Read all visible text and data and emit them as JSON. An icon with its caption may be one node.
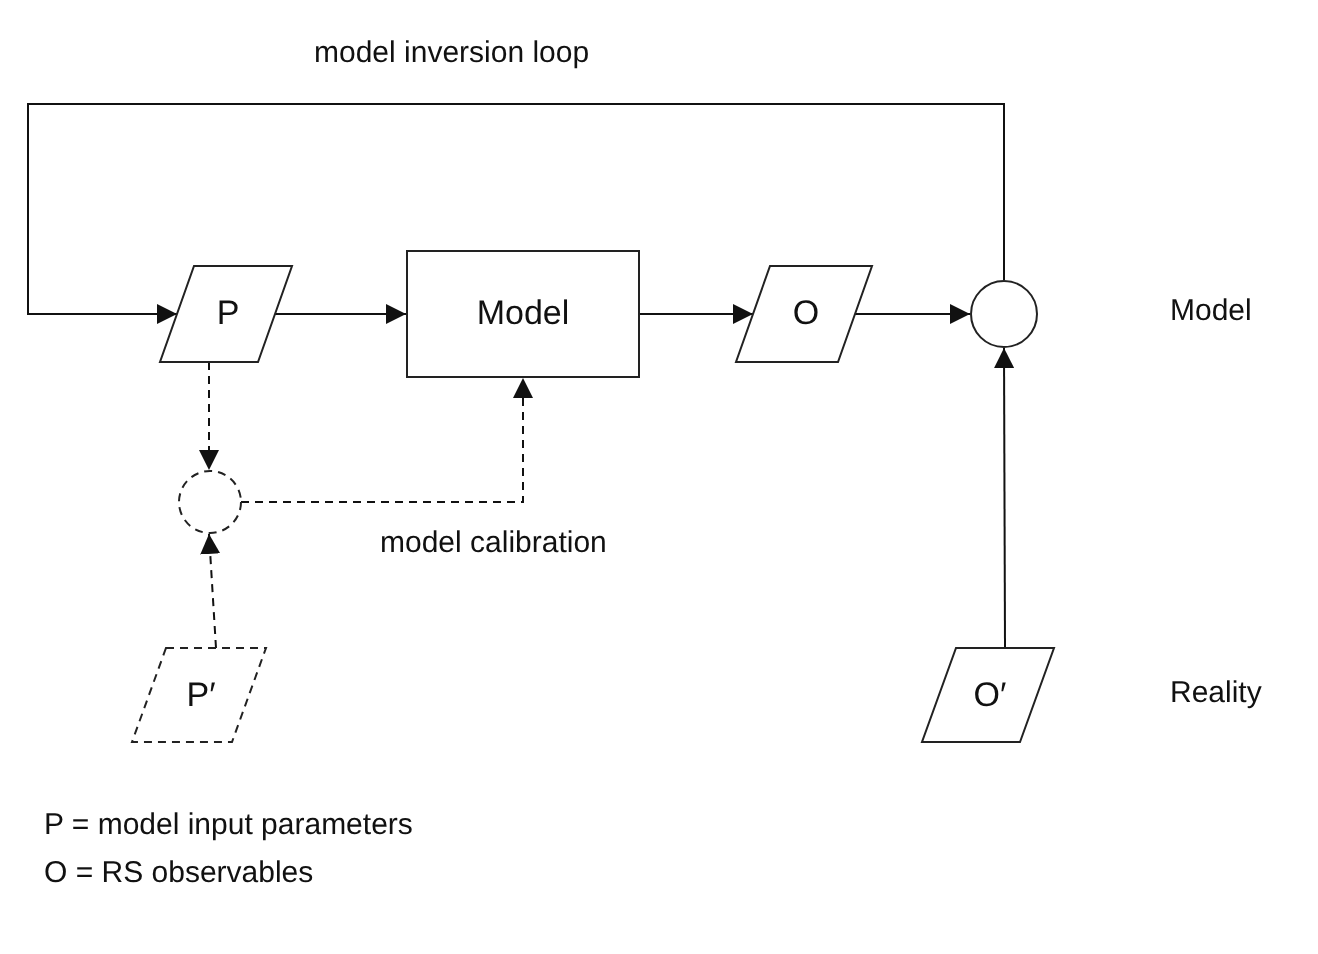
{
  "diagram": {
    "nodes": [
      {
        "text": [
          "P"
        ]
      },
      {
        "text": [
          "Model"
        ]
      },
      {
        "text": [
          "O"
        ]
      },
      {
        "text": [],
        "shape": "circle"
      },
      {
        "text": [],
        "shape": "circle"
      },
      {
        "text": [
          "P′"
        ]
      },
      {
        "text": [
          "O′"
        ]
      }
    ],
    "edges": [
      {
        "from": 3,
        "to": 0,
        "arrow": "to",
        "label": "model inversion loop"
      },
      {
        "from": 0,
        "to": 1,
        "arrow": "to"
      },
      {
        "from": 1,
        "to": 2,
        "arrow": "to"
      },
      {
        "from": 2,
        "to": 3,
        "arrow": "to"
      },
      {
        "from": 6,
        "to": 3,
        "arrow": "to"
      },
      {
        "from": 0,
        "to": 4,
        "arrow": "to",
        "style": "dashed"
      },
      {
        "from": 5,
        "to": 4,
        "arrow": "to",
        "style": "dashed"
      },
      {
        "from": 4,
        "to": 1,
        "arrow": "to",
        "style": "dashed",
        "label": "model calibration"
      }
    ],
    "labels": [
      "Model",
      "Reality",
      "P = model input parameters",
      "O = RS observables"
    ]
  }
}
